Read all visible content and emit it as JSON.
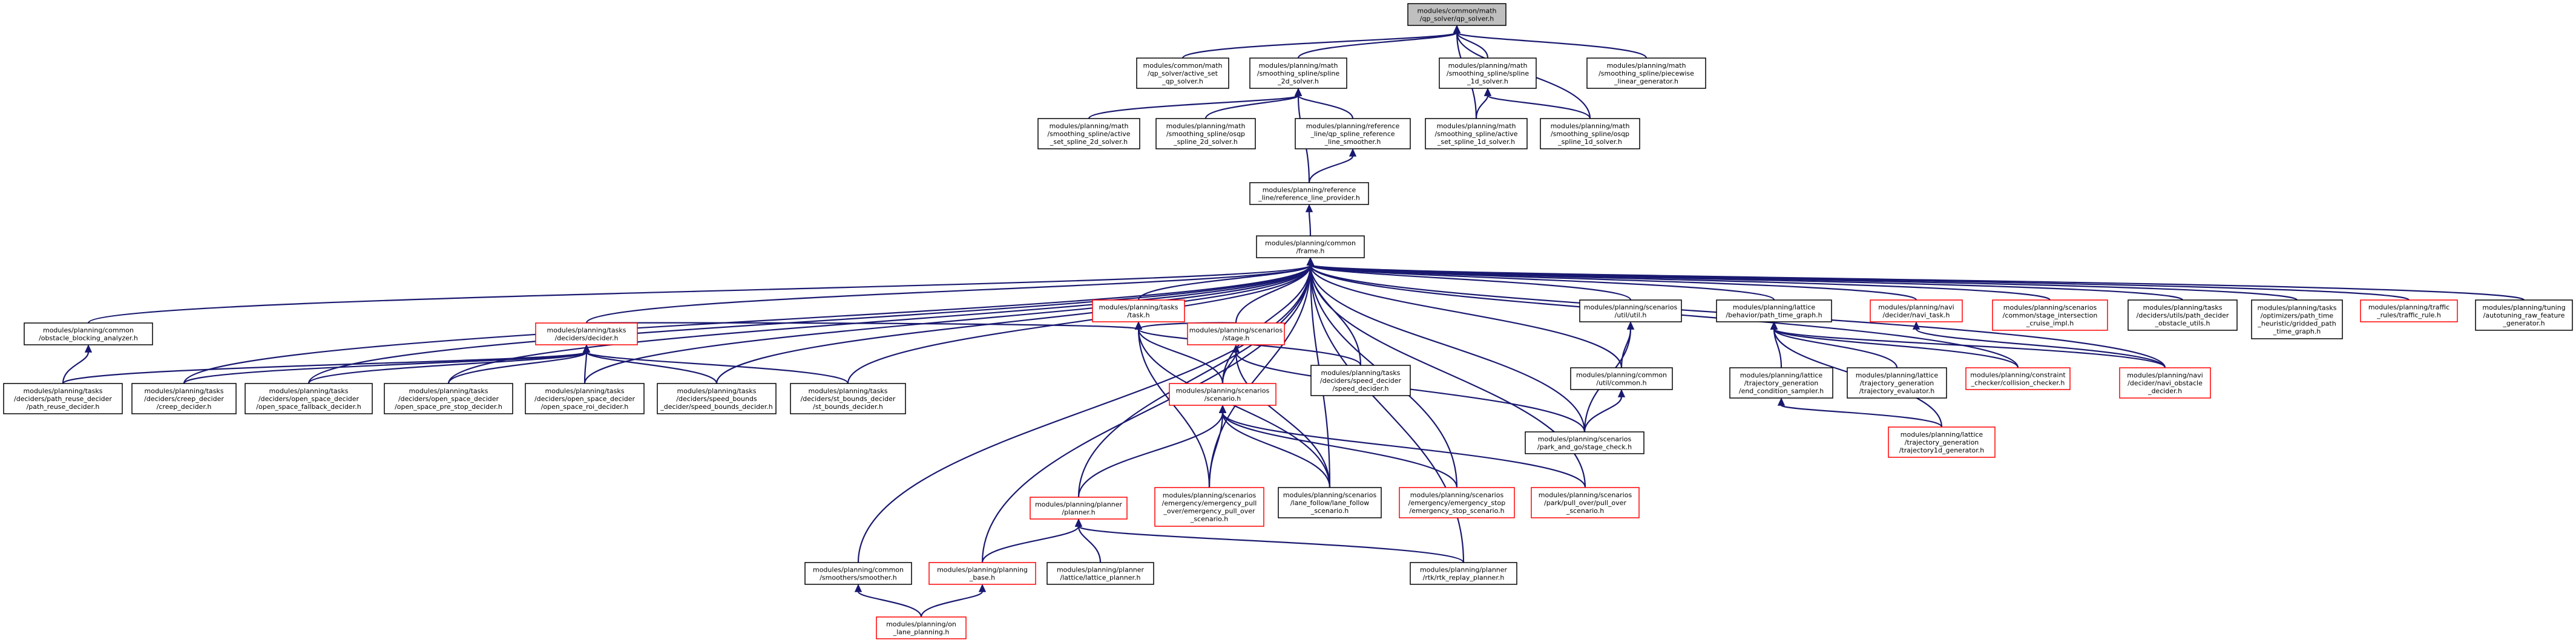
{
  "colors": {
    "edge": "#191970",
    "node_border": "#000000",
    "incomplete_border": "#ff0000",
    "root_fill": "#bfbfbf"
  },
  "nodes": {
    "qp_solver": "modules/common/math\n/qp_solver/qp_solver.h",
    "active_set_qp": "modules/common/math\n/qp_solver/active_set\n_qp_solver.h",
    "spline_2d_solver": "modules/planning/math\n/smoothing_spline/spline\n_2d_solver.h",
    "spline_1d_solver": "modules/planning/math\n/smoothing_spline/spline\n_1d_solver.h",
    "piecewise_linear": "modules/planning/math\n/smoothing_spline/piecewise\n_linear_generator.h",
    "active_set_spline_2d": "modules/planning/math\n/smoothing_spline/active\n_set_spline_2d_solver.h",
    "osqp_spline_2d": "modules/planning/math\n/smoothing_spline/osqp\n_spline_2d_solver.h",
    "qp_spline_ref_smoother": "modules/planning/reference\n_line/qp_spline_reference\n_line_smoother.h",
    "active_set_spline_1d": "modules/planning/math\n/smoothing_spline/active\n_set_spline_1d_solver.h",
    "osqp_spline_1d": "modules/planning/math\n/smoothing_spline/osqp\n_spline_1d_solver.h",
    "ref_line_provider": "modules/planning/reference\n_line/reference_line_provider.h",
    "frame": "modules/planning/common\n/frame.h",
    "obstacle_blocking": "modules/planning/common\n/obstacle_blocking_analyzer.h",
    "decider": "modules/planning/tasks\n/deciders/decider.h",
    "task": "modules/planning/tasks\n/task.h",
    "stage": "modules/planning/scenarios\n/stage.h",
    "speed_decider": "modules/planning/tasks\n/deciders/speed_decider\n/speed_decider.h",
    "scenario": "modules/planning/scenarios\n/scenario.h",
    "scen_util": "modules/planning/scenarios\n/util/util.h",
    "common_util_common": "modules/planning/common\n/util/common.h",
    "path_time_graph": "modules/planning/lattice\n/behavior/path_time_graph.h",
    "navi_task": "modules/planning/navi\n/decider/navi_task.h",
    "stage_intersection": "modules/planning/scenarios\n/common/stage_intersection\n_cruise_impl.h",
    "path_decider_obstacle": "modules/planning/tasks\n/deciders/utils/path_decider\n_obstacle_utils.h",
    "gridded_path_time": "modules/planning/tasks\n/optimizers/path_time\n_heuristic/gridded_path\n_time_graph.h",
    "traffic_rule": "modules/planning/traffic\n_rules/traffic_rule.h",
    "autotuning": "modules/planning/tuning\n/autotuning_raw_feature\n_generator.h",
    "end_condition": "modules/planning/lattice\n/trajectory_generation\n/end_condition_sampler.h",
    "trajectory_evaluator": "modules/planning/lattice\n/trajectory_generation\n/trajectory_evaluator.h",
    "collision_checker": "modules/planning/constraint\n_checker/collision_checker.h",
    "navi_obstacle": "modules/planning/navi\n/decider/navi_obstacle\n_decider.h",
    "trajectory1d_generator": "modules/planning/lattice\n/trajectory_generation\n/trajectory1d_generator.h",
    "path_reuse": "modules/planning/tasks\n/deciders/path_reuse_decider\n/path_reuse_decider.h",
    "creep": "modules/planning/tasks\n/deciders/creep_decider\n/creep_decider.h",
    "open_space_fallback": "modules/planning/tasks\n/deciders/open_space_decider\n/open_space_fallback_decider.h",
    "open_space_pre_stop": "modules/planning/tasks\n/deciders/open_space_decider\n/open_space_pre_stop_decider.h",
    "open_space_roi": "modules/planning/tasks\n/deciders/open_space_decider\n/open_space_roi_decider.h",
    "speed_bounds": "modules/planning/tasks\n/deciders/speed_bounds\n_decider/speed_bounds_decider.h",
    "st_bounds": "modules/planning/tasks\n/deciders/st_bounds_decider\n/st_bounds_decider.h",
    "park_and_go": "modules/planning/scenarios\n/park_and_go/stage_check.h",
    "emergency_pull_over": "modules/planning/scenarios\n/emergency/emergency_pull\n_over/emergency_pull_over\n_scenario.h",
    "lane_follow": "modules/planning/scenarios\n/lane_follow/lane_follow\n_scenario.h",
    "emergency_stop": "modules/planning/scenarios\n/emergency/emergency_stop\n/emergency_stop_scenario.h",
    "pull_over": "modules/planning/scenarios\n/park/pull_over/pull_over\n_scenario.h",
    "planner": "modules/planning/planner\n/planner.h",
    "planning_base": "modules/planning/planning\n_base.h",
    "lattice_planner": "modules/planning/planner\n/lattice/lattice_planner.h",
    "rtk_replay": "modules/planning/planner\n/rtk/rtk_replay_planner.h",
    "smoother": "modules/planning/common\n/smoothers/smoother.h",
    "on_lane_planning": "modules/planning/on\n_lane_planning.h"
  }
}
